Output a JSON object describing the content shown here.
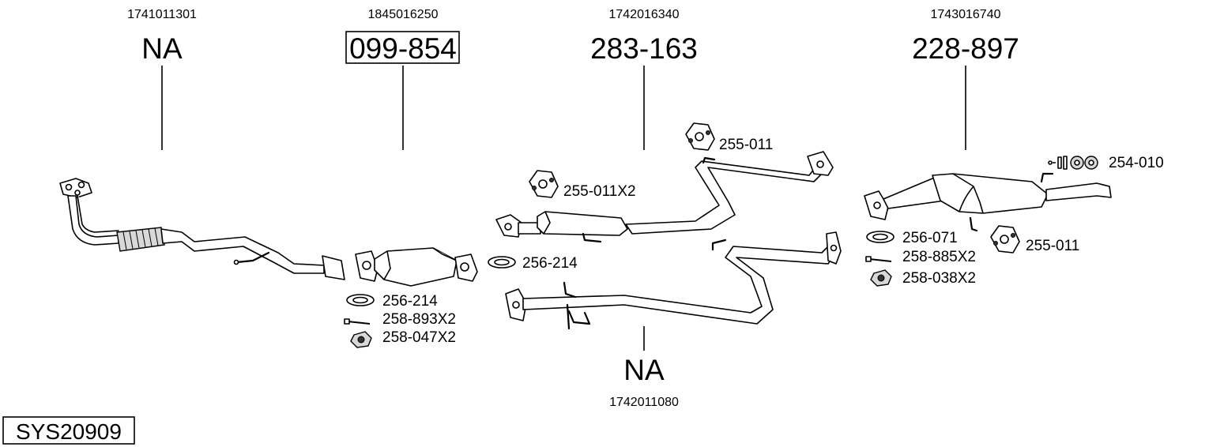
{
  "diagram_id": "SYS20909",
  "sections": [
    {
      "oem": "1741011301",
      "part": "NA"
    },
    {
      "oem": "1845016250",
      "part": "099-854"
    },
    {
      "oem": "1742016340",
      "part": "283-163"
    },
    {
      "oem": "1743016740",
      "part": "228-897"
    },
    {
      "oem": "1742011080",
      "part": "NA"
    }
  ],
  "accessories": {
    "cat_front_gasket": "256-214",
    "cat_rear_gasket": "256-214",
    "cat_bolt": "258-893X2",
    "cat_nut": "258-047X2",
    "mid_hanger": "255-011X2",
    "mid_hanger_top": "255-011",
    "rear_clamp_kit": "254-010",
    "rear_gasket": "256-071",
    "rear_hanger": "255-011",
    "rear_bolt": "258-885X2",
    "rear_nut": "258-038X2"
  }
}
